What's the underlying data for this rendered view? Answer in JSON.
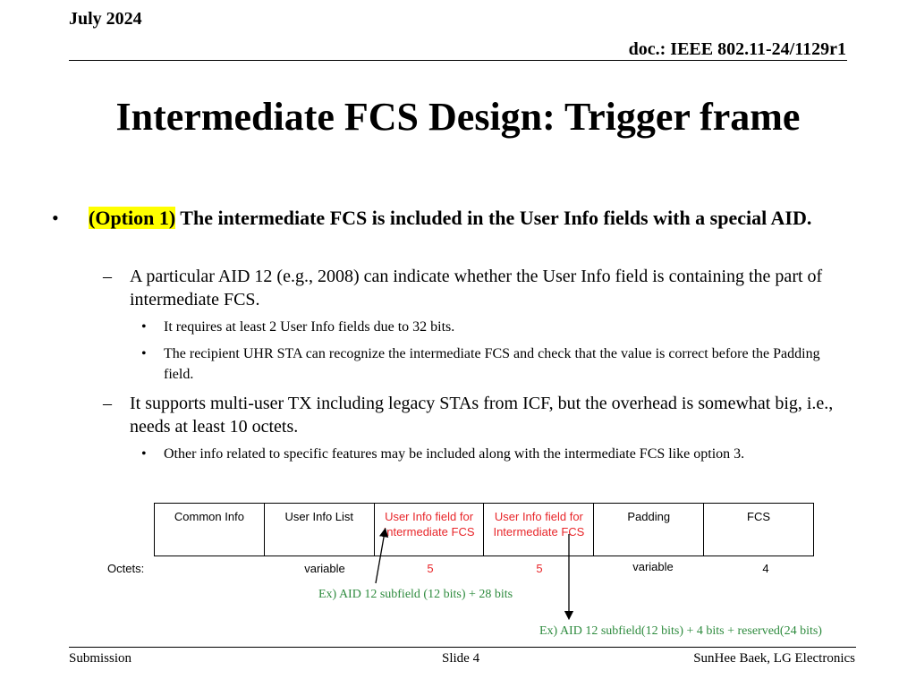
{
  "header": {
    "date": "July 2024",
    "doc": "doc.: IEEE 802.11-24/1129r1"
  },
  "title": "Intermediate FCS Design: Trigger frame",
  "bullet1": {
    "marker": "•",
    "highlight": "(Option 1)",
    "text": " The intermediate FCS is included in the User Info fields with a special AID."
  },
  "sub1": {
    "marker": "–",
    "text": "A particular AID 12 (e.g., 2008) can indicate whether the User Info field is containing the part of intermediate FCS.",
    "items": [
      "It requires at least 2 User Info fields due to 32 bits.",
      "The recipient UHR STA can recognize the intermediate FCS and check that the value is correct before the Padding field."
    ]
  },
  "sub2": {
    "marker": "–",
    "text": "It supports multi-user TX including legacy STAs from ICF, but the overhead is somewhat big, i.e., needs at least 10 octets.",
    "items": [
      "Other info related to specific features may be included along with the intermediate FCS like option 3."
    ]
  },
  "frame": {
    "cells": [
      {
        "label": "Common Info",
        "color": "#000000"
      },
      {
        "label": "User Info List",
        "color": "#000000"
      },
      {
        "label": "User Info field for Intermediate FCS",
        "color": "#e8262a"
      },
      {
        "label": "User Info field for Intermediate FCS",
        "color": "#e8262a"
      },
      {
        "label": "Padding",
        "color": "#000000"
      },
      {
        "label": "FCS",
        "color": "#000000"
      }
    ],
    "octets_label": "Octets:",
    "octets": [
      "variable",
      "5",
      "5",
      "variable",
      "4"
    ]
  },
  "notes": {
    "note1": "Ex) AID 12 subfield (12 bits) + 28 bits",
    "note2": "Ex) AID 12 subfield(12 bits) + 4 bits + reserved(24 bits)"
  },
  "footer": {
    "left": "Submission",
    "center": "Slide 4",
    "right": "SunHee Baek, LG Electronics"
  },
  "colors": {
    "highlight": "#ffff00",
    "accent_red": "#e8262a",
    "note_green": "#2e8b3e"
  }
}
